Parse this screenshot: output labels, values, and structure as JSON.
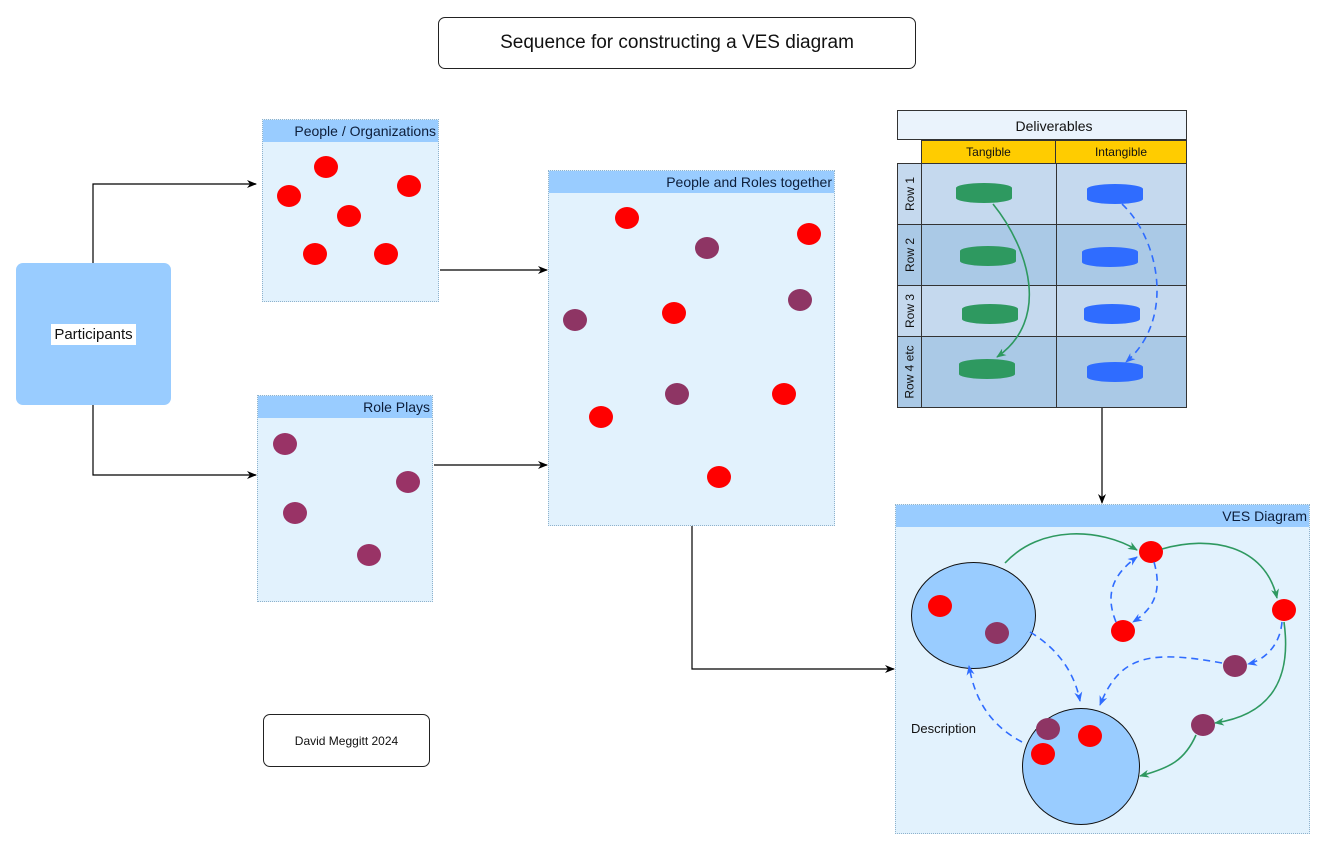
{
  "title": "Sequence for constructing a VES diagram",
  "credit": "David Meggitt 2024",
  "participants": {
    "label": "Participants",
    "color": "#99ccff"
  },
  "pools": {
    "people": {
      "title": "People / Organizations",
      "dots": [
        "red",
        "red",
        "red",
        "red",
        "red",
        "red"
      ]
    },
    "roles": {
      "title": "Role Plays",
      "dots": [
        "purple",
        "purple",
        "purple",
        "purple"
      ]
    },
    "together": {
      "title": "People and Roles together",
      "dots": [
        "red",
        "purple",
        "red",
        "purple",
        "red",
        "purple",
        "red",
        "purple",
        "red",
        "red"
      ]
    },
    "ves": {
      "title": "VES Diagram",
      "description": "Description"
    }
  },
  "deliverables": {
    "title": "Deliverables",
    "columns": [
      "Tangible",
      "Intangible"
    ],
    "rows": [
      "Row 1",
      "Row 2",
      "Row 3",
      "Row 4 etc"
    ],
    "colors": {
      "header": "#ffcc00",
      "tangible": "#2e9960",
      "intangible": "#2f6cff"
    }
  },
  "colors": {
    "person": "#ff0000",
    "role": "#993366",
    "pool_fill": "#e2f2fd",
    "pool_header": "#99ccff",
    "tangible_flow": "#2e9960",
    "intangible_flow": "#2f6cff"
  }
}
